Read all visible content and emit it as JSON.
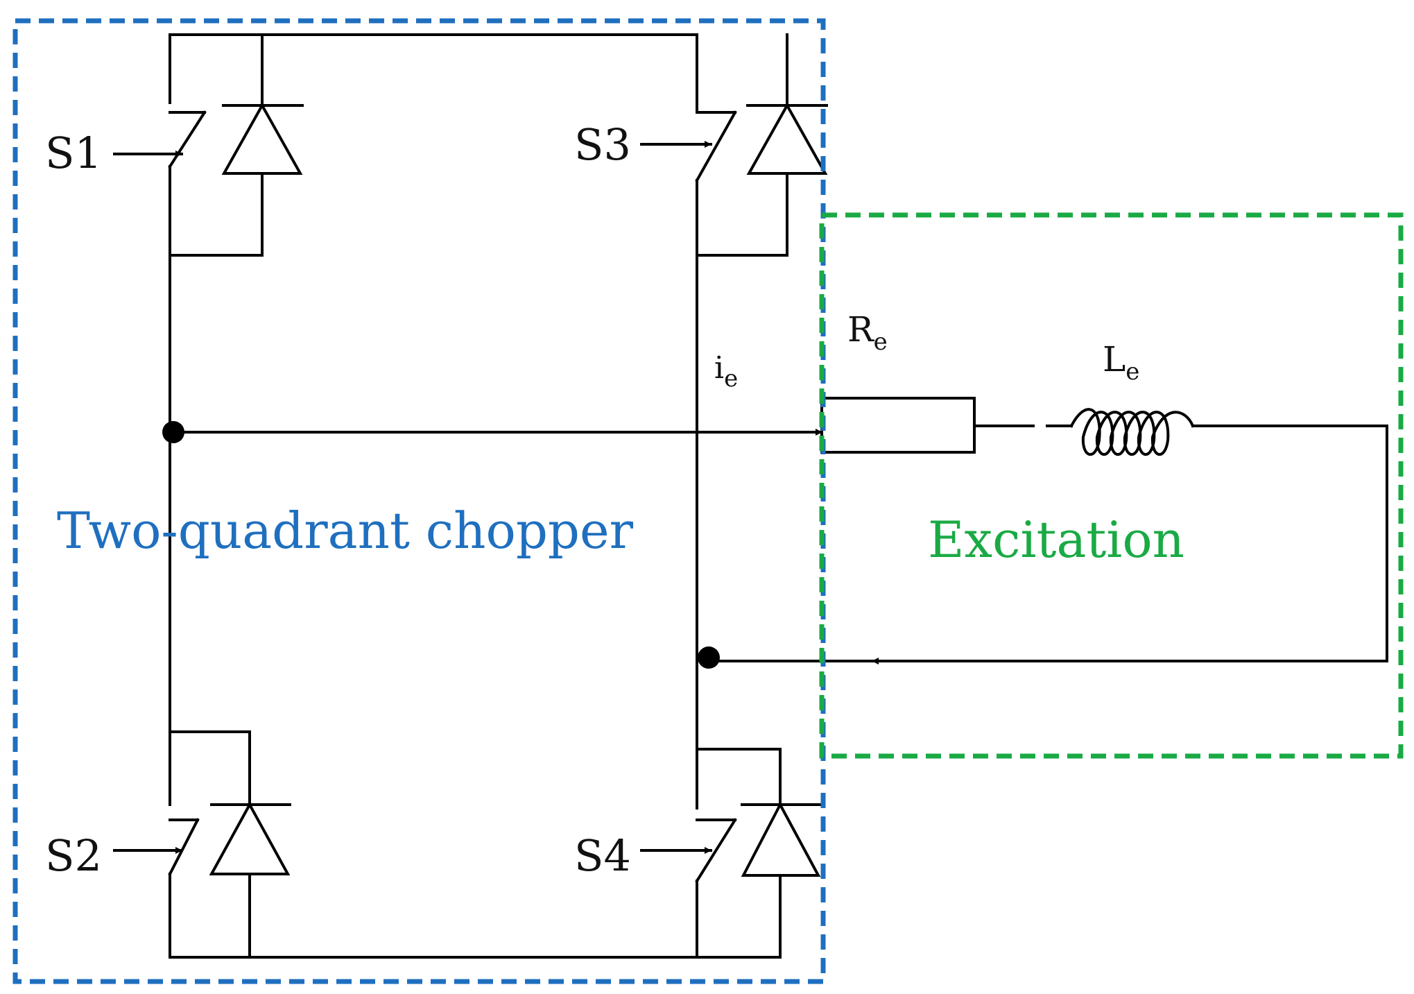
{
  "switches": {
    "s1": "S1",
    "s2": "S2",
    "s3": "S3",
    "s4": "S4"
  },
  "current": {
    "symbol": "i",
    "subscript": "e"
  },
  "resistor": {
    "symbol": "R",
    "subscript": "e"
  },
  "inductor": {
    "symbol": "L",
    "subscript": "e"
  },
  "regions": {
    "chopper": {
      "label": "Two-quadrant chopper",
      "color": "#1f6fbf"
    },
    "excitation": {
      "label": "Excitation",
      "color": "#1aaa44"
    }
  }
}
